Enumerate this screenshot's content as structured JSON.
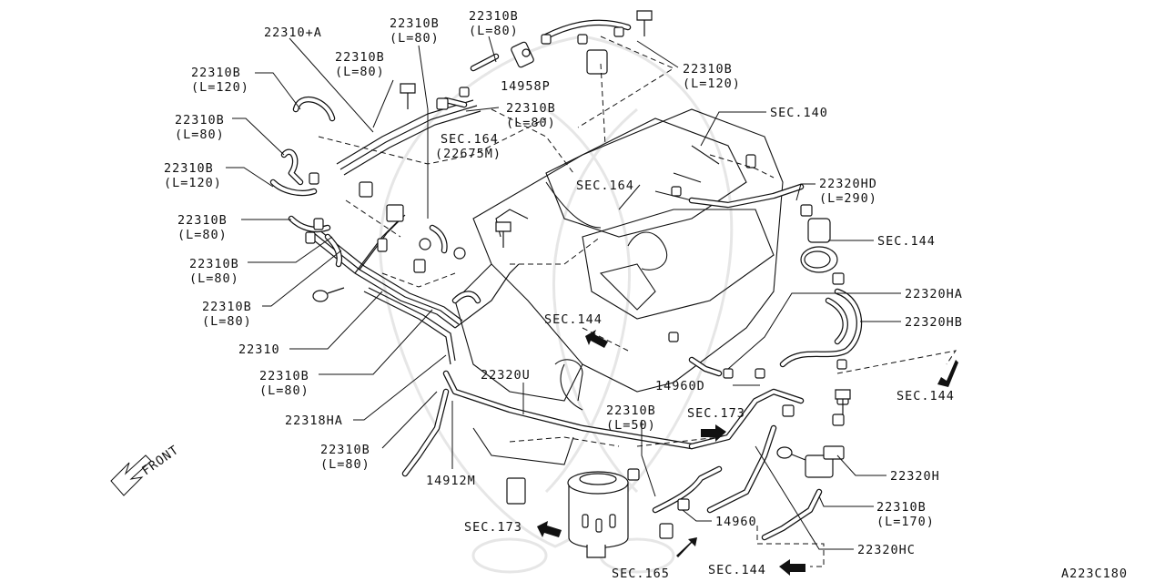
{
  "diagram": {
    "figure_code": "A223C180",
    "front_label": "FRONT",
    "callouts": {
      "c_22310A": "22310+A",
      "c_22310B_80_top": [
        "22310B",
        "(L=80)"
      ],
      "c_22310B_80_top2": [
        "22310B",
        "(L=80)"
      ],
      "c_22310B_80_top3": [
        "22310B",
        "(L=80)"
      ],
      "c_22310B_120_left": [
        "22310B",
        "(L=120)"
      ],
      "c_22310B_80_left1": [
        "22310B",
        "(L=80)"
      ],
      "c_22310B_120_left2": [
        "22310B",
        "(L=120)"
      ],
      "c_22310B_80_left2": [
        "22310B",
        "(L=80)"
      ],
      "c_22310B_80_left3": [
        "22310B",
        "(L=80)"
      ],
      "c_22310B_80_left4": [
        "22310B",
        "(L=80)"
      ],
      "c_22310": "22310",
      "c_22310B_80_left5": [
        "22310B",
        "(L=80)"
      ],
      "c_22318HA": "22318HA",
      "c_22310B_80_bottom": [
        "22310B",
        "(L=80)"
      ],
      "c_14912M": "14912M",
      "c_14958P": "14958P",
      "c_22310B_80_mid": [
        "22310B",
        "(L=80)"
      ],
      "c_22310B_120_right": [
        "22310B",
        "(L=120)"
      ],
      "c_sec164_22675M": [
        "SEC.164",
        "(22675M)"
      ],
      "c_sec140": "SEC.140",
      "c_sec164": "SEC.164",
      "c_22320HD": [
        "22320HD",
        "(L=290)"
      ],
      "c_sec144_right": "SEC.144",
      "c_22320HA": "22320HA",
      "c_22320HB": "22320HB",
      "c_sec144_mid": "SEC.144",
      "c_14960D": "14960D",
      "c_sec144_far": "SEC.144",
      "c_22320U": "22320U",
      "c_22310B_50": [
        "22310B",
        "(L=50)"
      ],
      "c_sec173_top": "SEC.173",
      "c_22320H": "22320H",
      "c_22310B_170": [
        "22310B",
        "(L=170)"
      ],
      "c_14960": "14960",
      "c_22320HC": "22320HC",
      "c_sec173_bottom": "SEC.173",
      "c_sec165": "SEC.165",
      "c_sec144_bottom": "SEC.144"
    }
  }
}
